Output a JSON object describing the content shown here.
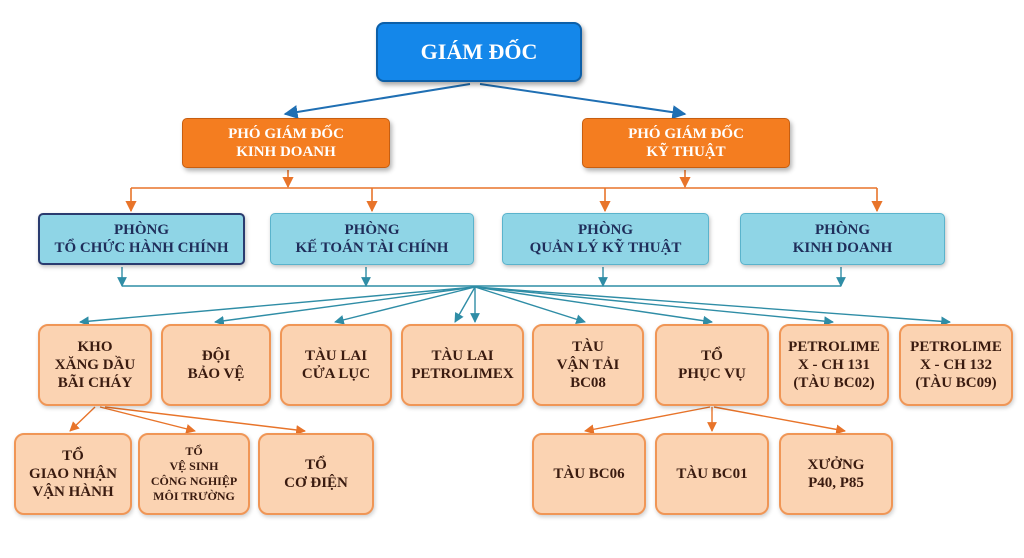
{
  "director": {
    "title": "GIÁM ĐỐC"
  },
  "deputies": [
    {
      "line1": "PHÓ GIÁM ĐỐC",
      "line2": "KINH DOANH"
    },
    {
      "line1": "PHÓ GIÁM ĐỐC",
      "line2": "KỸ THUẬT"
    }
  ],
  "departments": [
    {
      "line1": "PHÒNG",
      "line2": "TỔ CHỨC HÀNH CHÍNH"
    },
    {
      "line1": "PHÒNG",
      "line2": "KẾ TOÁN TÀI CHÍNH"
    },
    {
      "line1": "PHÒNG",
      "line2": "QUẢN LÝ KỸ THUẬT"
    },
    {
      "line1": "PHÒNG",
      "line2": "KINH DOANH"
    }
  ],
  "units": [
    {
      "line1": "KHO",
      "line2": "XĂNG DẦU",
      "line3": "BÃI CHÁY"
    },
    {
      "line1": "ĐỘI",
      "line2": "BẢO VỆ"
    },
    {
      "line1": "TÀU LAI",
      "line2": "CỬA LỤC"
    },
    {
      "line1": "TÀU  LAI",
      "line2": "PETROLIMEX"
    },
    {
      "line1": "TÀU",
      "line2": "VẬN TẢI",
      "line3": "BC08"
    },
    {
      "line1": "TỔ",
      "line2": "PHỤC VỤ"
    },
    {
      "line1": "PETROLIME",
      "line2": "X - CH 131",
      "line3": "(TÀU BC02)"
    },
    {
      "line1": "PETROLIME",
      "line2": "X - CH 132",
      "line3": "(TÀU BC09)"
    }
  ],
  "kho_subunits": [
    {
      "line1": "TỔ",
      "line2": "GIAO NHẬN",
      "line3": "VẬN HÀNH"
    },
    {
      "line1": "TỔ",
      "line2": "VỆ SINH",
      "line3": "CÔNG NGHIỆP",
      "line4": "MÔI TRƯỜNG"
    },
    {
      "line1": "TỔ",
      "line2": "CƠ ĐIỆN"
    }
  ],
  "service_subunits": [
    {
      "line1": "TÀU BC06"
    },
    {
      "line1": "TÀU BC01"
    },
    {
      "line1": "XƯỞNG",
      "line2": "P40, P85"
    }
  ],
  "colors": {
    "director_fill": "#1487ea",
    "deputy_fill": "#f47d20",
    "department_fill": "#8fd5e6",
    "unit_fill": "#fbd3b2",
    "unit_border": "#f09656",
    "connector_blue": "#1f6fb3",
    "connector_orange": "#e8742a",
    "connector_teal": "#2f8da6"
  }
}
